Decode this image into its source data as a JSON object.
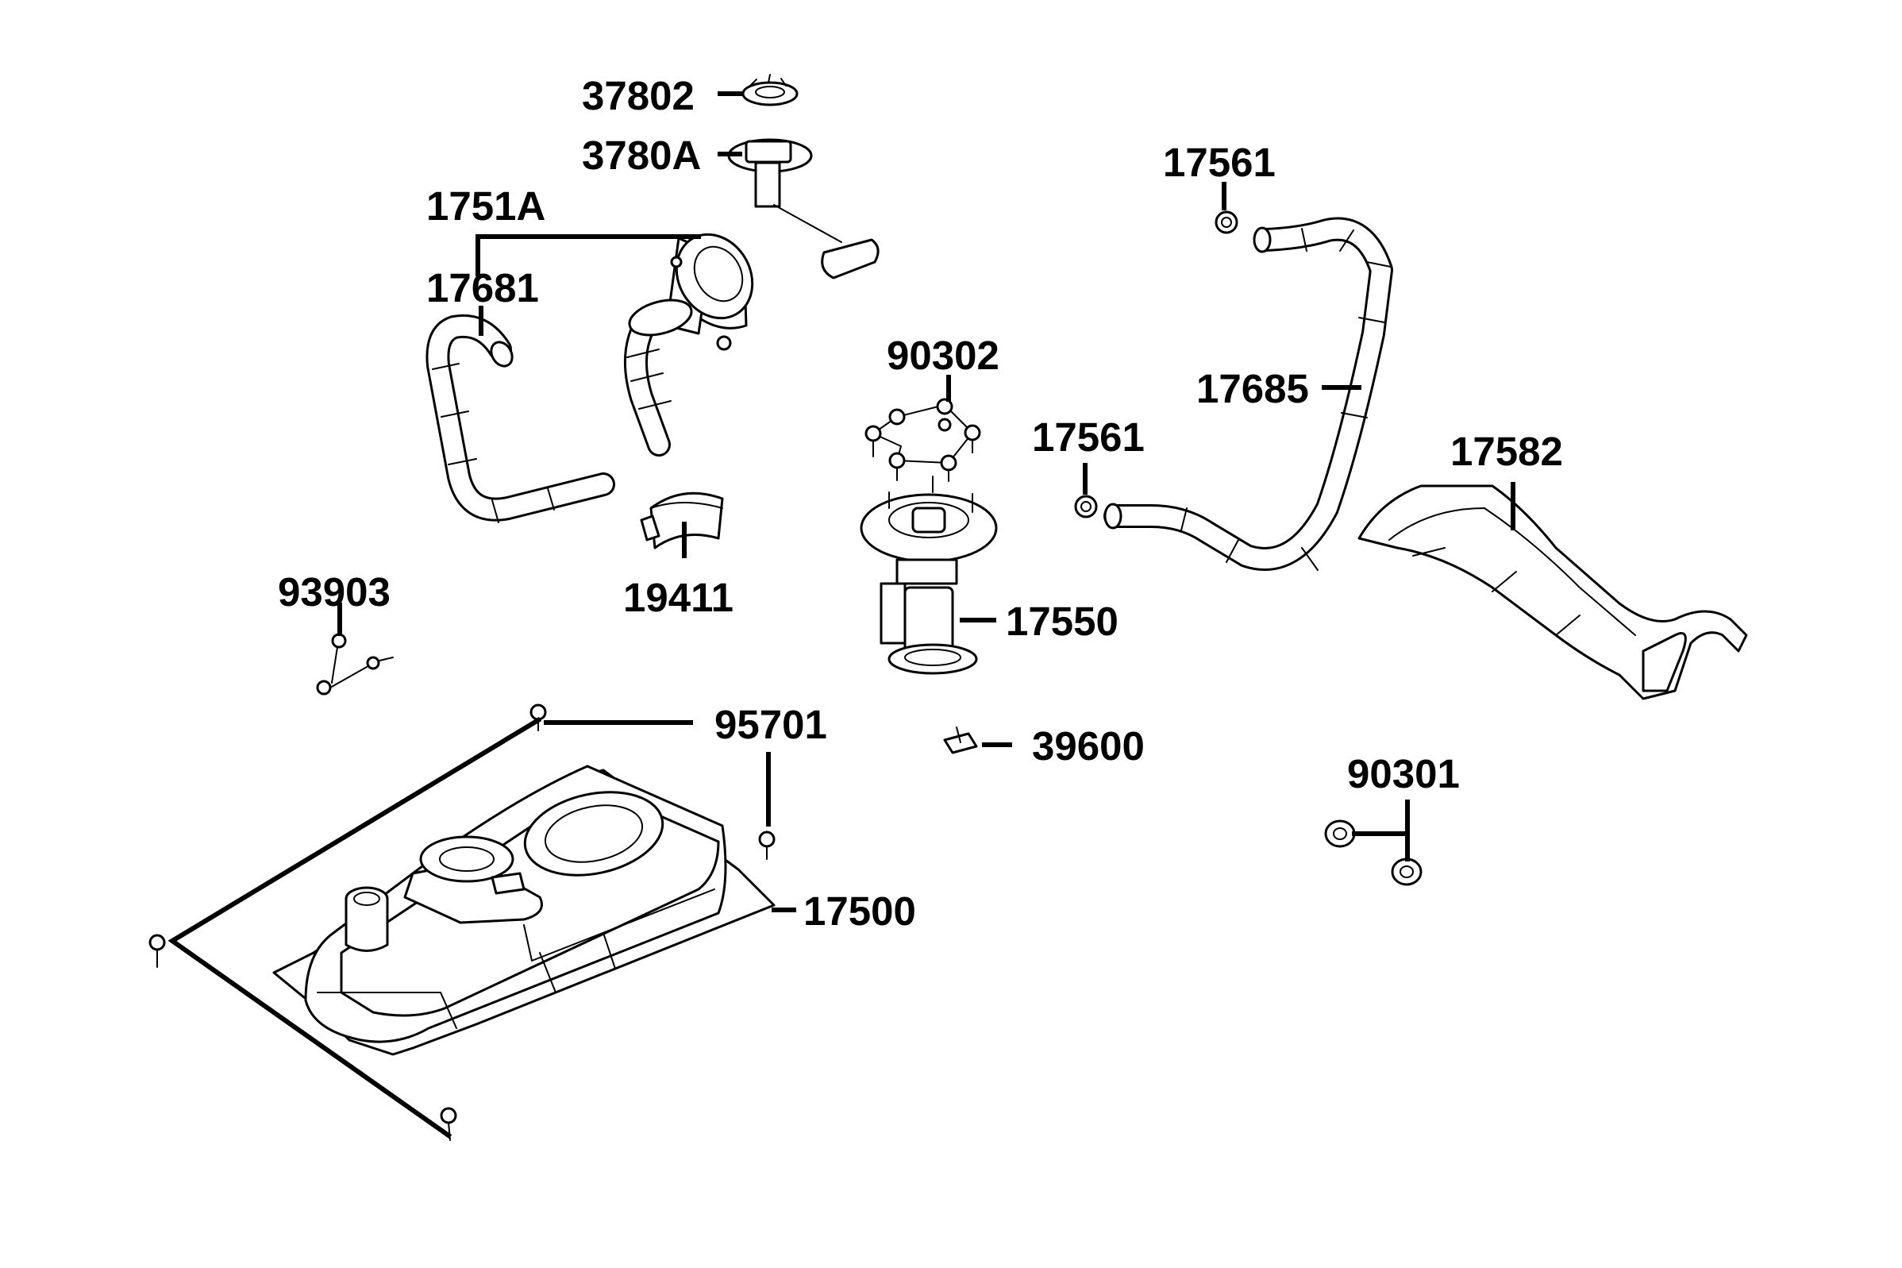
{
  "diagram": {
    "part_labels": {
      "p37802": "37802",
      "p3780A": "3780A",
      "p1751A": "1751A",
      "p17681": "17681",
      "p17561_top": "17561",
      "p90302": "90302",
      "p17685": "17685",
      "p17561_mid": "17561",
      "p17582": "17582",
      "p19411": "19411",
      "p93903": "93903",
      "p17550": "17550",
      "p95701": "95701",
      "p39600": "39600",
      "p90301": "90301",
      "p17500": "17500"
    }
  }
}
